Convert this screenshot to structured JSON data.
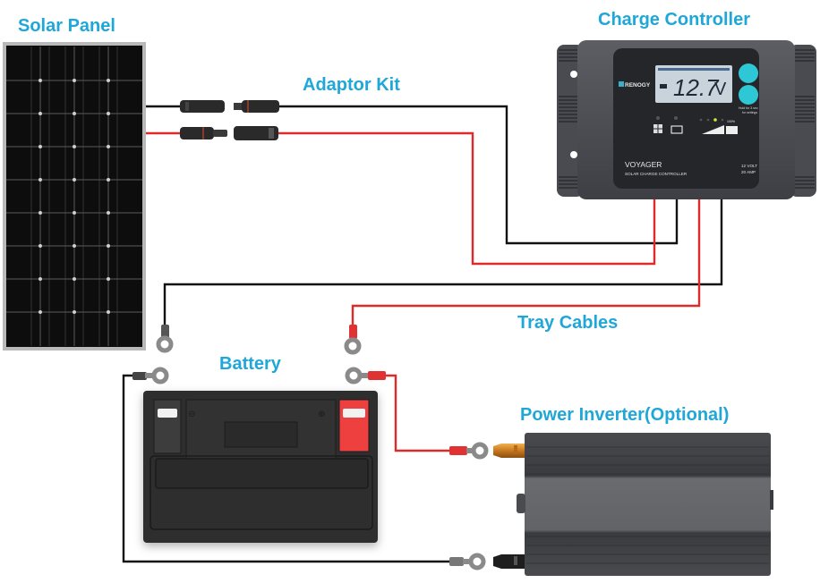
{
  "labels": {
    "solar_panel": "Solar Panel",
    "adaptor_kit": "Adaptor Kit",
    "charge_controller": "Charge Controller",
    "tray_cables": "Tray Cables",
    "battery": "Battery",
    "power_inverter": "Power Inverter(Optional)"
  },
  "controller": {
    "brand": "RENOGY",
    "lcd_value": "12.7",
    "lcd_unit": "V",
    "hold_hint_line1": "Hold for 3 sec",
    "hold_hint_line2": "for settings",
    "percent_label": "100%",
    "model": "VOYAGER",
    "subtitle": "SOLAR CHARGE CONTROLLER",
    "rating_volt": "12 VOLT",
    "rating_amp": "20 AMP"
  },
  "colors": {
    "label": "#1fa7d8",
    "wire_positive": "#e02a2a",
    "wire_negative": "#111111",
    "battery_positive_terminal": "#ef4040",
    "lcd": "#c8d3dc",
    "button": "#2ec7d6"
  }
}
